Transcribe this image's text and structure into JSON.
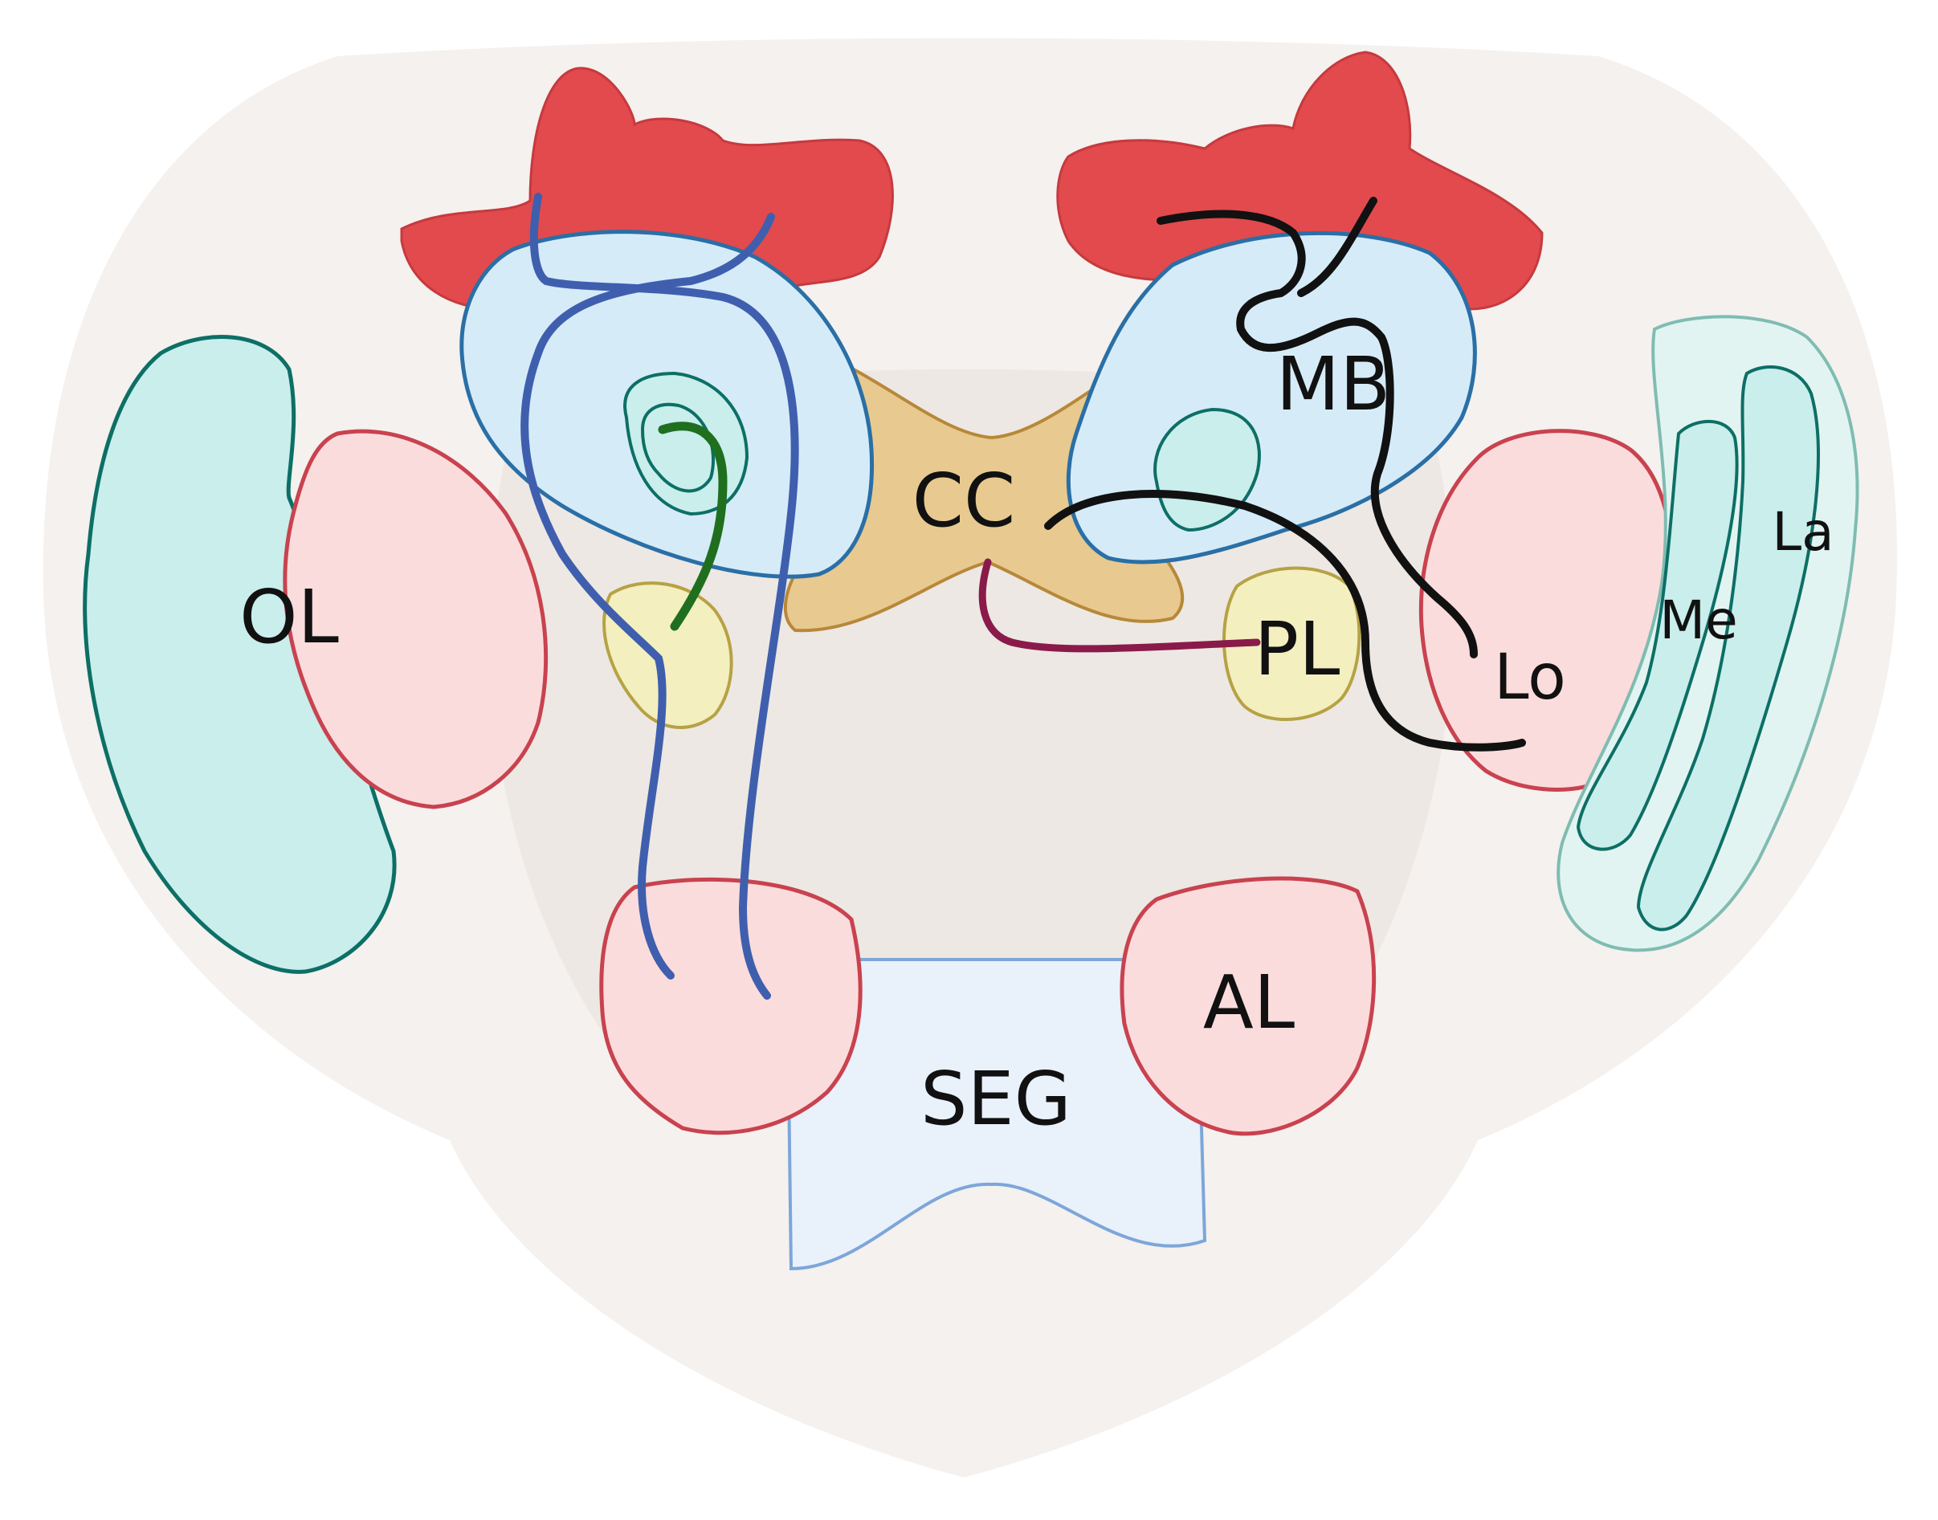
{
  "labels": {
    "ol": "OL",
    "cc": "CC",
    "mb": "MB",
    "pl": "PL",
    "lo": "Lo",
    "me": "Me",
    "la": "La",
    "al": "AL",
    "seg": "SEG"
  },
  "colors": {
    "calyx_red": "#e24a4d",
    "mb_fill": "#d6ebf8",
    "mb_stroke": "#2a6fa6",
    "teal_fill": "#c9eeec",
    "teal_stroke": "#0d6f66",
    "pink_fill": "#fbdcdc",
    "pink_stroke": "#c9424f",
    "cc_fill": "#e8c98f",
    "cc_stroke": "#b7883a",
    "pl_fill": "#f3efbf",
    "pl_stroke": "#b6a245",
    "seg_fill": "#e9f1fb",
    "seg_stroke": "#7da6d9",
    "blue_tract": "#3f5fae",
    "green_tract": "#1f6f1f",
    "black_tract": "#111111",
    "magenta_tract": "#8a1a4a"
  }
}
